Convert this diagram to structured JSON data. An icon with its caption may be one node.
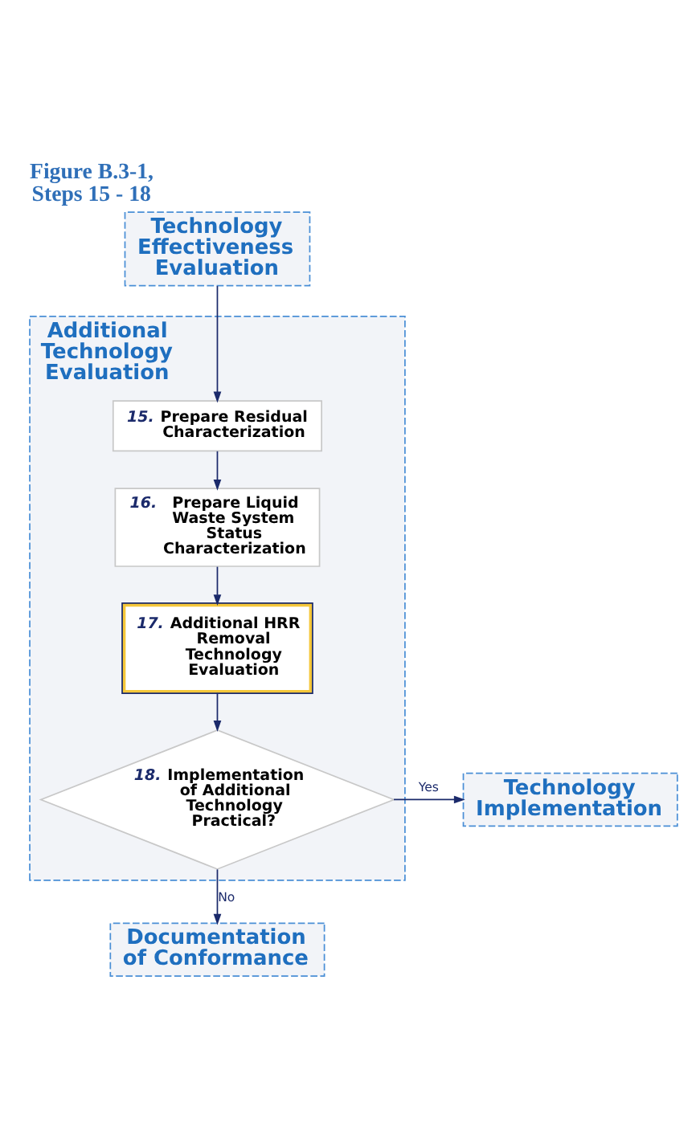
{
  "diagram": {
    "title": "Figure B.3-1, Steps 15 - 18",
    "nodes": [
      {
        "text": [
          "Technology Effectiveness Evaluation"
        ]
      },
      {
        "text": [
          "Additional Technology Evaluation"
        ]
      },
      {
        "text": [
          "15.",
          "Prepare Residual Characterization"
        ],
        "in": 1
      },
      {
        "text": [
          "16.",
          "Prepare Liquid Waste System Status Characterization"
        ],
        "in": 1
      },
      {
        "text": [
          "17.",
          "Additional HRR Removal Technology Evaluation"
        ],
        "in": 1
      },
      {
        "text": [
          "18.",
          "Implementation of Additional Technology Practical?"
        ],
        "in": 1
      },
      {
        "text": [
          "Technology Implementation"
        ]
      },
      {
        "text": [
          "Documentation of Conformance"
        ]
      }
    ],
    "edges": [
      {
        "from": 0,
        "to": 2,
        "arrow": "to"
      },
      {
        "from": 2,
        "to": 3,
        "arrow": "to"
      },
      {
        "from": 3,
        "to": 4,
        "arrow": "to"
      },
      {
        "from": 4,
        "to": 5,
        "arrow": "to"
      },
      {
        "from": 5,
        "to": 6,
        "arrow": "to",
        "label": "Yes"
      },
      {
        "from": 5,
        "to": 7,
        "arrow": "to",
        "label": "No"
      }
    ]
  }
}
